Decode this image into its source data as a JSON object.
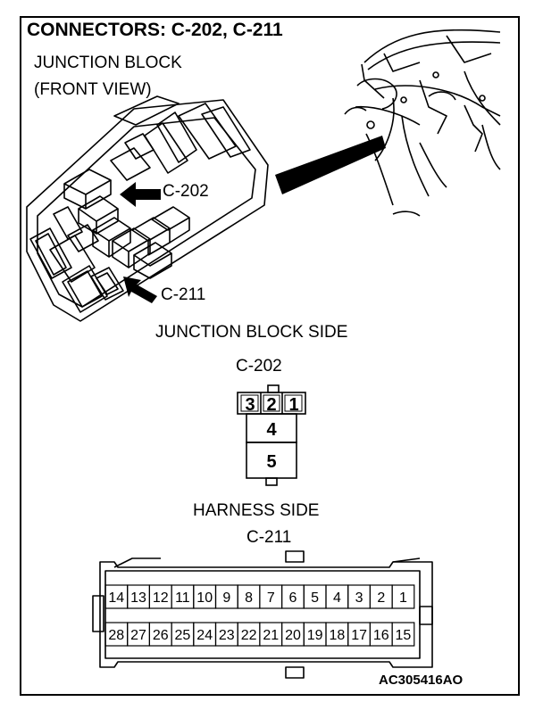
{
  "title": "CONNECTORS: C-202, C-211",
  "junction_block_label_line1": "JUNCTION BLOCK",
  "junction_block_label_line2": "(FRONT VIEW)",
  "callout_c202": "C-202",
  "callout_c211": "C-211",
  "junction_block_side_label": "JUNCTION BLOCK SIDE",
  "c202_label": "C-202",
  "c202_pins": {
    "top_row": [
      "3",
      "2",
      "1"
    ],
    "middle": "4",
    "bottom": "5"
  },
  "harness_side_label": "HARNESS SIDE",
  "c211_label": "C-211",
  "c211_pins": {
    "top_row": [
      "14",
      "13",
      "12",
      "11",
      "10",
      "9",
      "8",
      "7",
      "6",
      "5",
      "4",
      "3",
      "2",
      "1"
    ],
    "bottom_row": [
      "28",
      "27",
      "26",
      "25",
      "24",
      "23",
      "22",
      "21",
      "20",
      "19",
      "18",
      "17",
      "16",
      "15"
    ]
  },
  "figure_code": "AC305416AO"
}
